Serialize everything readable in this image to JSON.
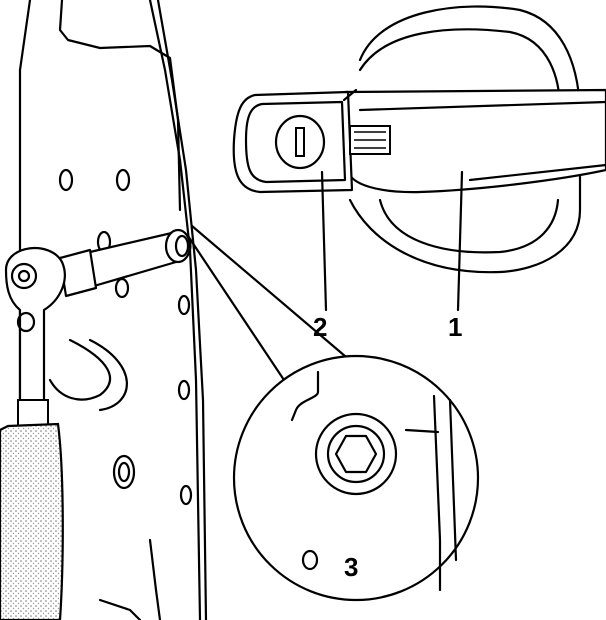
{
  "callouts": {
    "handle": "1",
    "lock_cylinder": "2",
    "hex_bolt": "3"
  },
  "colors": {
    "ink": "#000000",
    "paper": "#ffffff",
    "grip_stipple": "#9a9a9a"
  }
}
